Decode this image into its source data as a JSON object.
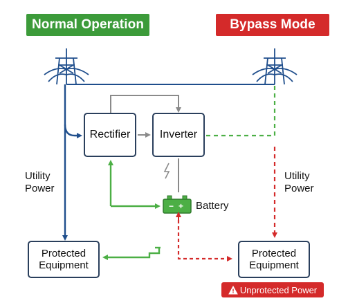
{
  "badges": {
    "normal": "Normal Operation",
    "bypass": "Bypass Mode",
    "unprotected": "Unprotected Power"
  },
  "blocks": {
    "rectifier": "Rectifier",
    "inverter": "Inverter",
    "battery": "Battery",
    "protected_left": "Protected Equipment",
    "protected_right": "Protected Equipment"
  },
  "labels": {
    "utility_left": "Utility Power",
    "utility_right": "Utility Power"
  },
  "icons": {
    "tower_left": "power-tower-icon",
    "tower_right": "power-tower-icon",
    "battery": "battery-icon",
    "warning": "warning-triangle-icon",
    "dc_bolt": "lightning-bolt-icon"
  },
  "colors": {
    "normal_green": "#3c9b3a",
    "bypass_red": "#d42a2a",
    "utility_blue": "#1f4e8c",
    "battery_green": "#4caf45",
    "dashed_green": "#4caf45",
    "dashed_red": "#d42a2a",
    "control_gray": "#8a8a8a",
    "box_border": "#2a3f5c"
  }
}
